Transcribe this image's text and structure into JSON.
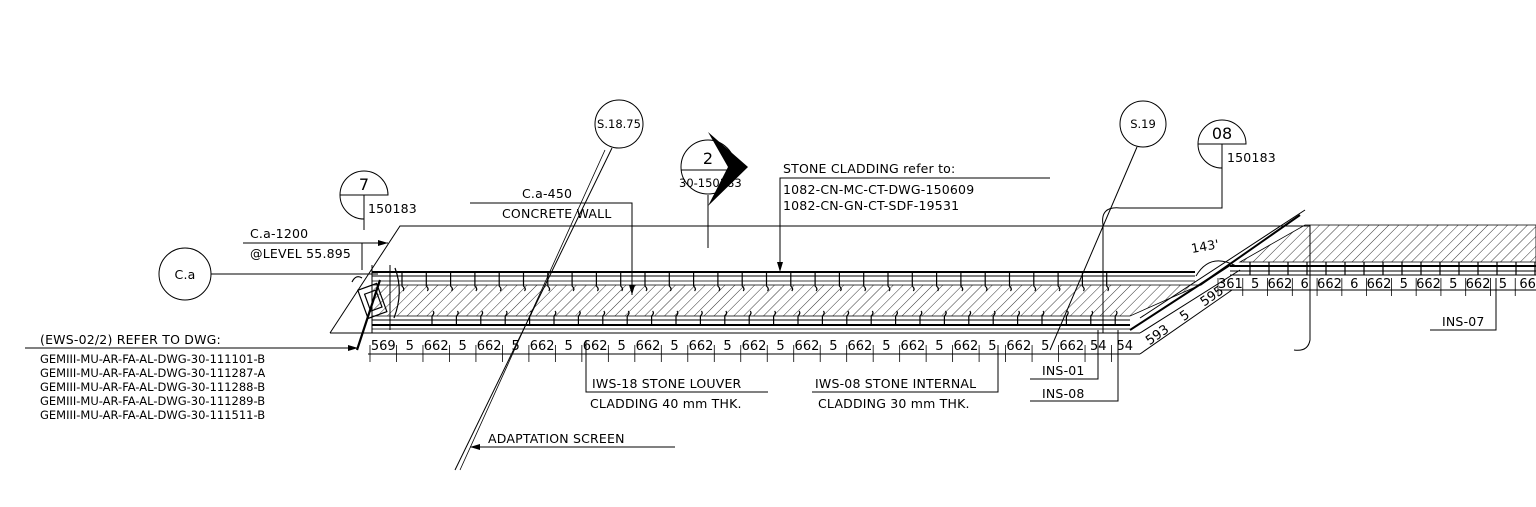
{
  "grids": {
    "s1875": "S.18.75",
    "s19": "S.19",
    "ca": "C.a"
  },
  "section_markers": {
    "m7": {
      "num": "7",
      "ref": "150183"
    },
    "m2": {
      "num": "2",
      "ref": "30-150183"
    },
    "m08": {
      "num": "08",
      "ref": "150183"
    }
  },
  "labels": {
    "ca1200": "C.a-1200",
    "level": "@LEVEL 55.895",
    "ca450": "C.a-450",
    "concrete_wall": "CONCRETE WALL",
    "stone_cladding": "STONE CLADDING refer to:",
    "cladding_ref1": "1082-CN-MC-CT-DWG-150609",
    "cladding_ref2": "1082-CN-GN-CT-SDF-19531",
    "ews_ref": "(EWS-02/2) REFER TO DWG:",
    "dwg_refs": [
      "GEMIII-MU-AR-FA-AL-DWG-30-111101-B",
      "GEMIII-MU-AR-FA-AL-DWG-30-111287-A",
      "GEMIII-MU-AR-FA-AL-DWG-30-111288-B",
      "GEMIII-MU-AR-FA-AL-DWG-30-111289-B",
      "GEMIII-MU-AR-FA-AL-DWG-30-111511-B"
    ],
    "iws18_l1": "IWS-18 STONE LOUVER",
    "iws18_l2": "CLADDING 40 mm THK.",
    "iws08_l1": "IWS-08 STONE INTERNAL",
    "iws08_l2": "CLADDING 30 mm THK.",
    "ins01": "INS-01",
    "ins08": "INS-08",
    "ins07": "INS-07",
    "adaptation": "ADAPTATION SCREEN",
    "angle": "143'"
  },
  "dimensions": {
    "bottom": [
      "569",
      "5",
      "662",
      "5",
      "662",
      "5",
      "662",
      "5",
      "662",
      "5",
      "662",
      "5",
      "662",
      "5",
      "662",
      "5",
      "662",
      "5",
      "662",
      "5",
      "662",
      "5",
      "662",
      "5",
      "662",
      "5",
      "662",
      "54",
      "54"
    ],
    "diagonal": [
      "593",
      "5",
      "595"
    ],
    "right": [
      "361",
      "5",
      "662",
      "6",
      "662",
      "6",
      "662",
      "5",
      "662",
      "5",
      "662",
      "5",
      "66"
    ]
  }
}
